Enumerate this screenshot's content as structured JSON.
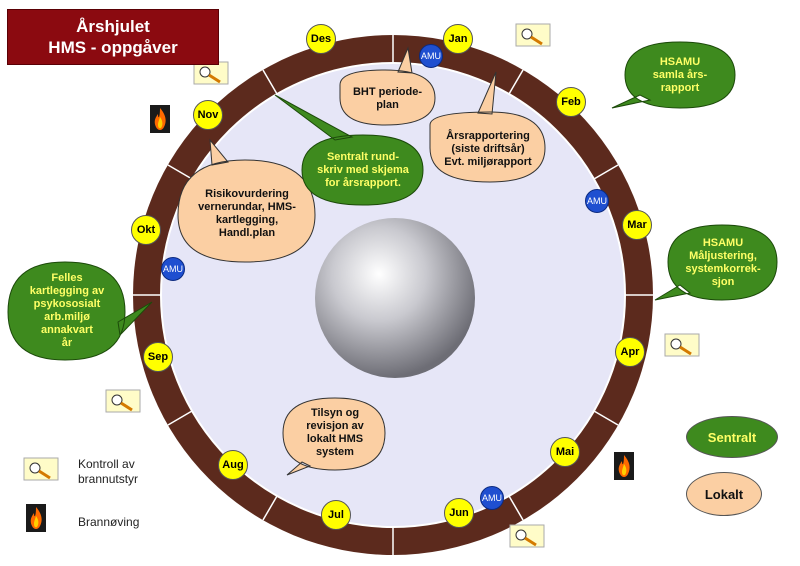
{
  "title": {
    "line1": "Årshjulet",
    "line2": "HMS - oppgåver"
  },
  "months": [
    "Jan",
    "Feb",
    "Mar",
    "Apr",
    "Mai",
    "Jun",
    "Jul",
    "Aug",
    "Sep",
    "Okt",
    "Nov",
    "Des"
  ],
  "amu_label": "AMU",
  "bubbles": {
    "bht": [
      "BHT periode-",
      "plan"
    ],
    "arsrapport": [
      "Årsrapportering",
      "(siste driftsår)",
      "Evt. miljørapport"
    ],
    "sentralt_rundskriv": [
      "Sentralt rund-",
      "skriv med skjema",
      "for årsrapport."
    ],
    "risiko": [
      "Risikovurdering",
      "vernerundar, HMS-",
      "kartlegging,",
      "Handl.plan"
    ],
    "hsamu_samla": [
      "HSAMU",
      "samla års-",
      "rapport"
    ],
    "hsamu_mal": [
      "HSAMU",
      "Måljustering,",
      "systemkorrek-",
      "sjon"
    ],
    "felles": [
      "Felles",
      "kartlegging av",
      "psykososialt",
      "arb.miljø",
      "annakvart",
      "år"
    ],
    "tilsyn": [
      "Tilsyn og",
      "revisjon av",
      "lokalt HMS",
      "system"
    ]
  },
  "legend": {
    "kontroll": [
      "Kontroll av",
      "brannutstyr"
    ],
    "brannoving": "Brannøving",
    "sentralt": "Sentralt",
    "lokalt": "Lokalt"
  },
  "colors": {
    "ring": "#5c2a1d",
    "inner": "#e6e6f7",
    "month": "#ffff00",
    "amu": "#1f4fd0",
    "green_bubble": "#3e8a1e",
    "peach_bubble": "#fbcfa3",
    "title_bg": "#8b0a10"
  }
}
